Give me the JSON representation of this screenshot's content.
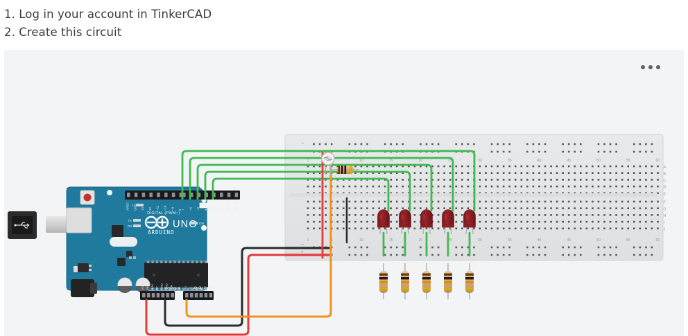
{
  "instructions": [
    "1. Log in your account in TinkerCAD",
    "2. Create this circuit"
  ],
  "canvas": {
    "background_color": "#f2f4f6",
    "menu_icon": "more-horizontal-icon",
    "menu_label": "•••"
  },
  "arduino": {
    "name": "UNO",
    "brand": "ARDUINO",
    "board_color": "#1f7a9e",
    "headers": {
      "digital_label": "DIGITAL (PWM~)",
      "power_label": "POWER",
      "analog_label": "ANALOG IN",
      "digital_pins": [
        "AREF",
        "GND",
        "13",
        "12",
        "~11",
        "~10",
        "~9",
        "8",
        "7",
        "~6",
        "~5",
        "4",
        "~3",
        "2",
        "TX→1",
        "RX←0"
      ],
      "power_pins": [
        "IOREF",
        "RESET",
        "3.3V",
        "5V",
        "GND",
        "GND",
        "VIN"
      ],
      "analog_pins": [
        "A0",
        "A1",
        "A2",
        "A3",
        "A4",
        "A5"
      ]
    },
    "indicators": [
      "L",
      "TX",
      "RX",
      "ON"
    ],
    "usb_icon": "usb-icon"
  },
  "breadboard": {
    "rows_top": [
      "A",
      "B",
      "C",
      "D",
      "E"
    ],
    "rows_bottom": [
      "F",
      "G",
      "H",
      "I",
      "J"
    ],
    "column_ticks": [
      "1",
      "5",
      "10",
      "15",
      "20",
      "25",
      "30",
      "35",
      "40",
      "45",
      "50",
      "55",
      "60"
    ],
    "rail_minus": "−",
    "rail_plus": "+",
    "body_color": "#e3e4e6",
    "hole_color": "#3a3a3a"
  },
  "components": {
    "leds": {
      "count": 5,
      "color": "#8e1d21",
      "label": "red-led"
    },
    "resistors": {
      "count": 5,
      "body_color": "#d9b185",
      "bands": [
        "#6b3a12",
        "#1a1a1a",
        "#e08a10",
        "#d4b000"
      ],
      "label": "resistor-330-ohm"
    },
    "series_resistor": {
      "count": 1,
      "body_color": "#d9b185",
      "label": "pulldown-resistor"
    },
    "photoresistor": {
      "count": 1,
      "color": "#f2f2f2",
      "label": "photoresistor-ldr"
    }
  },
  "wires": {
    "signal_color": "#3fb950",
    "power_color": "#e23b3b",
    "ground_color": "#2b2b2b",
    "analog_color": "#f0931e",
    "signal_count": 5,
    "labels": {
      "signal": "digital-signal-wire",
      "power": "5v-power-wire",
      "ground": "gnd-wire",
      "analog": "a0-analog-wire"
    }
  }
}
